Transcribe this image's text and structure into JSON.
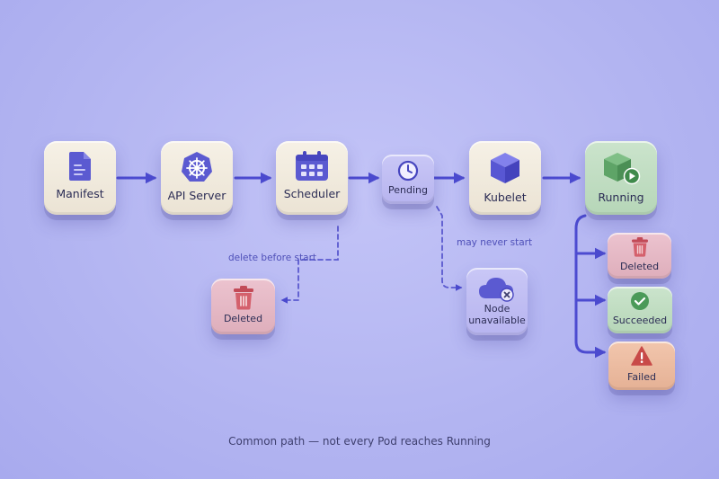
{
  "colors": {
    "background": "#b4b6f2",
    "edge": "#4c4bd0",
    "node_cream": "#efe8da",
    "node_violet": "#bdbaf1",
    "node_deleted": "#e2b4c1",
    "node_succeeded": "#bddbbf",
    "node_failed": "#ebbb9f"
  },
  "nodes": {
    "manifest": {
      "label": "Manifest",
      "icon": "document-icon"
    },
    "api_server": {
      "label": "API Server",
      "icon": "kubernetes-helm-icon"
    },
    "scheduler": {
      "label": "Scheduler",
      "icon": "calendar-icon"
    },
    "pending": {
      "label": "Pending",
      "icon": "clock-icon"
    },
    "kubelet": {
      "label": "Kubelet",
      "icon": "cube-icon"
    },
    "running": {
      "label": "Running",
      "icon": "container-play-icon"
    },
    "deleted_early": {
      "label": "Deleted",
      "icon": "trash-icon"
    },
    "node_unavailable": {
      "label_line1": "Node",
      "label_line2": "unavailable",
      "icon": "cloud-error-icon"
    },
    "deleted": {
      "label": "Deleted",
      "icon": "trash-icon"
    },
    "succeeded": {
      "label": "Succeeded",
      "icon": "check-circle-icon"
    },
    "failed": {
      "label": "Failed",
      "icon": "warning-icon"
    }
  },
  "annotations": {
    "delete_before_start": "delete before start",
    "may_never_start": "may never start"
  },
  "caption": "Common path — not every Pod reaches Running"
}
